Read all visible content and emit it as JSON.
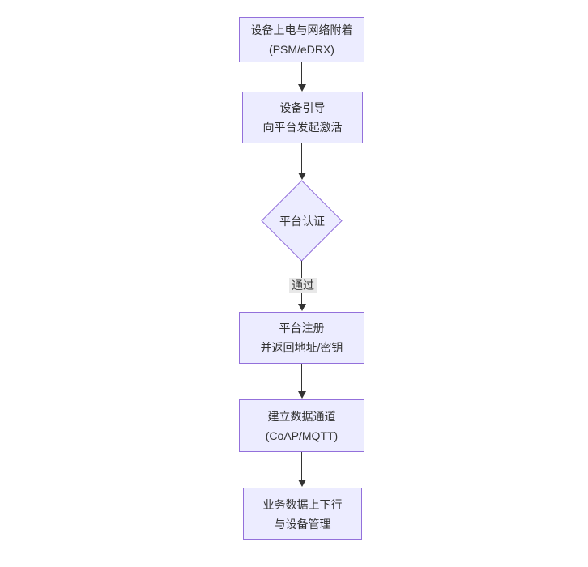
{
  "theme": {
    "background": "#ffffff",
    "node_fill": "#ECECFF",
    "node_border": "#9370DB",
    "edge_color": "#333333",
    "text_color": "#333333",
    "edge_label_bg": "#e8e8e8"
  },
  "chart_data": {
    "type": "flowchart",
    "direction": "top-down",
    "nodes": [
      {
        "id": "A",
        "shape": "rect",
        "lines": [
          "设备上电与网络附着",
          "(PSM/eDRX)"
        ]
      },
      {
        "id": "B",
        "shape": "rect",
        "lines": [
          "设备引导",
          "向平台发起激活"
        ]
      },
      {
        "id": "C",
        "shape": "diamond",
        "lines": [
          "平台认证"
        ]
      },
      {
        "id": "D",
        "shape": "rect",
        "lines": [
          "平台注册",
          "并返回地址/密钥"
        ]
      },
      {
        "id": "E",
        "shape": "rect",
        "lines": [
          "建立数据通道",
          "(CoAP/MQTT)"
        ]
      },
      {
        "id": "F",
        "shape": "rect",
        "lines": [
          "业务数据上下行",
          "与设备管理"
        ]
      }
    ],
    "edges": [
      {
        "from": "A",
        "to": "B",
        "label": ""
      },
      {
        "from": "B",
        "to": "C",
        "label": ""
      },
      {
        "from": "C",
        "to": "D",
        "label": "通过"
      },
      {
        "from": "D",
        "to": "E",
        "label": ""
      },
      {
        "from": "E",
        "to": "F",
        "label": ""
      }
    ]
  }
}
